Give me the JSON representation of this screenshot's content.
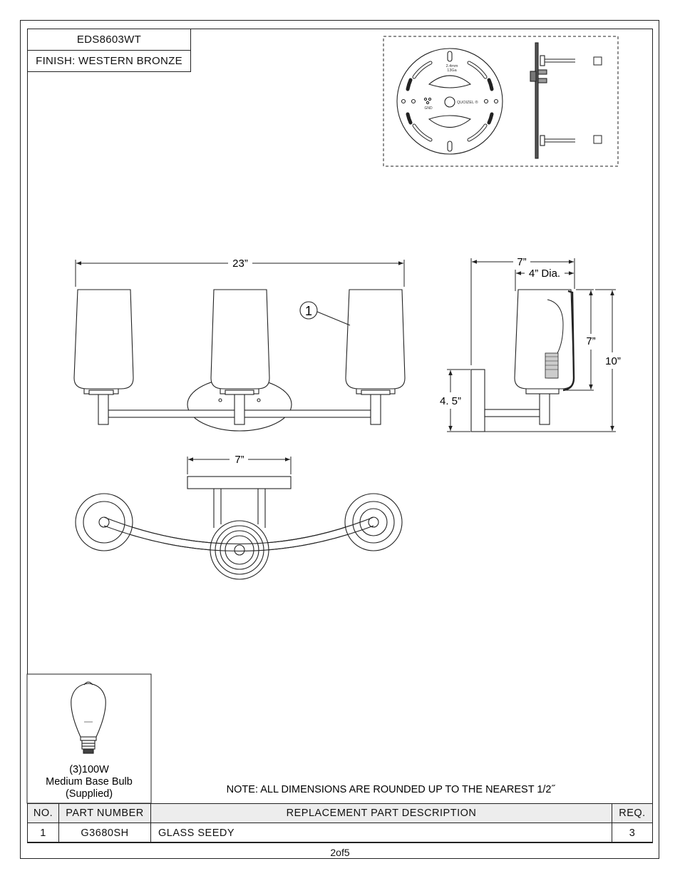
{
  "header": {
    "model": "EDS8603WT",
    "finish": "FINISH: WESTERN BRONZE"
  },
  "mounting_plate": {
    "label_thickness_1": "2.4mm",
    "label_thickness_2": "13Ga",
    "label_gnd": "GND",
    "label_brand": "QUOIZEL ®"
  },
  "dimensions": {
    "width": "23”",
    "depth": "7”",
    "shade_dia": "4” Dia.",
    "shade_height": "7”",
    "overall_height": "10”",
    "backplate_offset": "4. 5”",
    "canopy_width": "7”"
  },
  "callout": "1",
  "bulb": {
    "line1": "(3)100W",
    "line2": "Medium Base Bulb",
    "line3": "(Supplied)"
  },
  "note": "NOTE:  ALL DIMENSIONS ARE ROUNDED UP TO THE NEAREST  1/2˝",
  "parts_table": {
    "headers": [
      "NO.",
      "PART NUMBER",
      "REPLACEMENT PART DESCRIPTION",
      "REQ."
    ],
    "rows": [
      {
        "no": "1",
        "part": "G3680SH",
        "desc": "GLASS SEEDY",
        "req": "3"
      }
    ]
  },
  "page": "2of5"
}
